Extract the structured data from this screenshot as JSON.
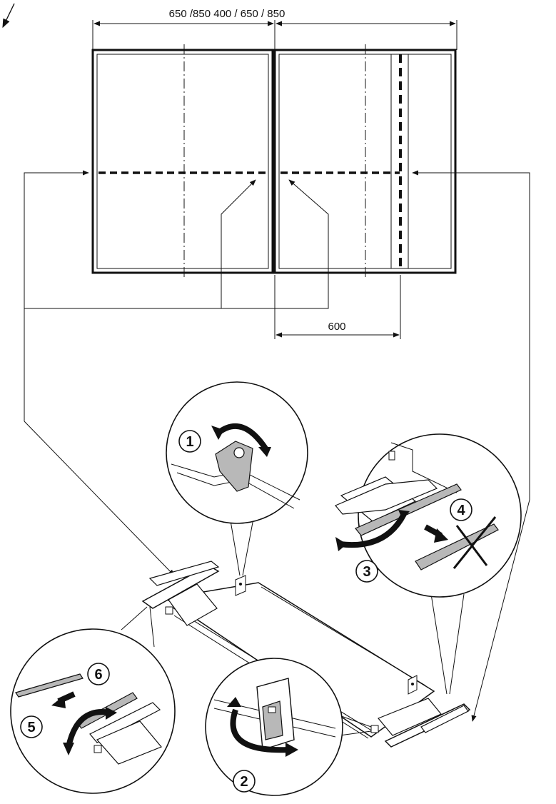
{
  "dimensions": {
    "top_width": "650 /850 400 / 650 / 850",
    "bottom_offset": "600"
  },
  "steps": [
    {
      "number": "1"
    },
    {
      "number": "2"
    },
    {
      "number": "3"
    },
    {
      "number": "4"
    },
    {
      "number": "5"
    },
    {
      "number": "6"
    }
  ],
  "colors": {
    "ink": "#111111",
    "part_fill": "#ffffff",
    "strip_grey": "#b8b8b8"
  }
}
